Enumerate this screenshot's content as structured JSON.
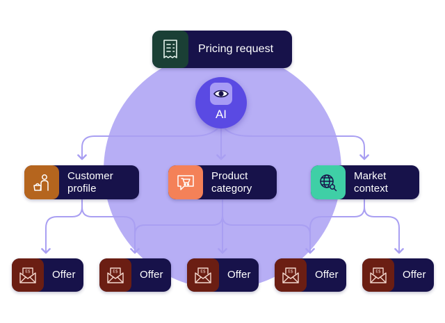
{
  "root": {
    "label": "Pricing request",
    "icon": "receipt-icon"
  },
  "ai": {
    "label": "AI",
    "icon": "eye-icon"
  },
  "inputs": [
    {
      "label": "Customer\nprofile",
      "icon": "person-basket-icon",
      "color": "#b5651e"
    },
    {
      "label": "Product\ncategory",
      "icon": "cart-chat-icon",
      "color": "#f48158"
    },
    {
      "label": "Market\ncontext",
      "icon": "globe-search-icon",
      "color": "#3fcfa6"
    }
  ],
  "offers": [
    {
      "label": "Offer",
      "icon": "money-envelope-icon"
    },
    {
      "label": "Offer",
      "icon": "money-envelope-icon"
    },
    {
      "label": "Offer",
      "icon": "money-envelope-icon"
    },
    {
      "label": "Offer",
      "icon": "money-envelope-icon"
    },
    {
      "label": "Offer",
      "icon": "money-envelope-icon"
    }
  ],
  "colors": {
    "circle": "#b7aef5",
    "connector": "#a99ff2",
    "card": "#17124a",
    "ai_badge": "#5a4ae3"
  }
}
